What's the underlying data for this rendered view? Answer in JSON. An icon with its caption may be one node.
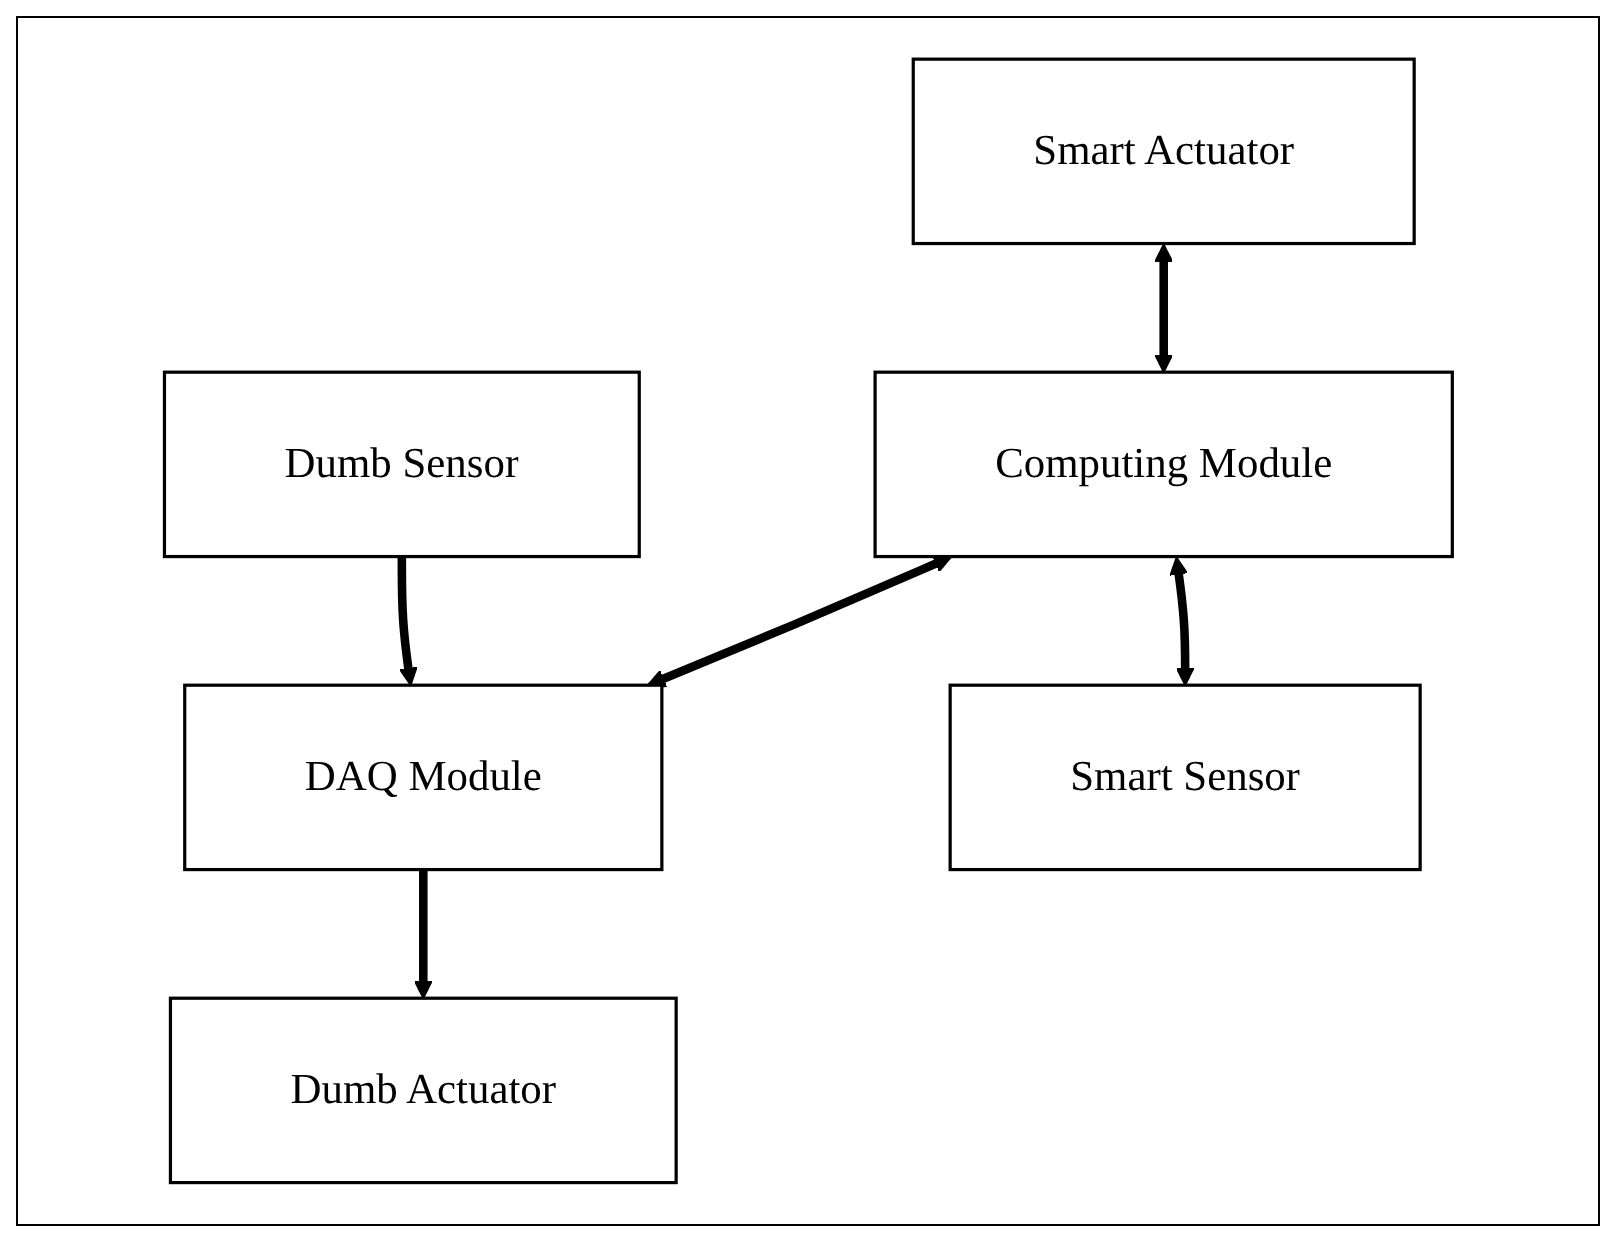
{
  "diagram": {
    "nodes": [
      {
        "text": [
          "Smart Actuator"
        ]
      },
      {
        "text": [
          "Dumb Actuator"
        ]
      },
      {
        "text": [
          "Computing Module"
        ]
      },
      {
        "text": [
          "DAQ Module"
        ]
      },
      {
        "text": [
          "Smart Sensor"
        ]
      },
      {
        "text": [
          "Dumb Sensor"
        ]
      }
    ],
    "edges": [
      {
        "from": 0,
        "to": 2,
        "arrow": "both"
      },
      {
        "from": 3,
        "to": 1,
        "arrow": "to"
      },
      {
        "from": 2,
        "to": 3,
        "arrow": "both"
      },
      {
        "from": 2,
        "to": 4,
        "arrow": "both"
      },
      {
        "from": 5,
        "to": 3,
        "arrow": "to"
      }
    ]
  }
}
